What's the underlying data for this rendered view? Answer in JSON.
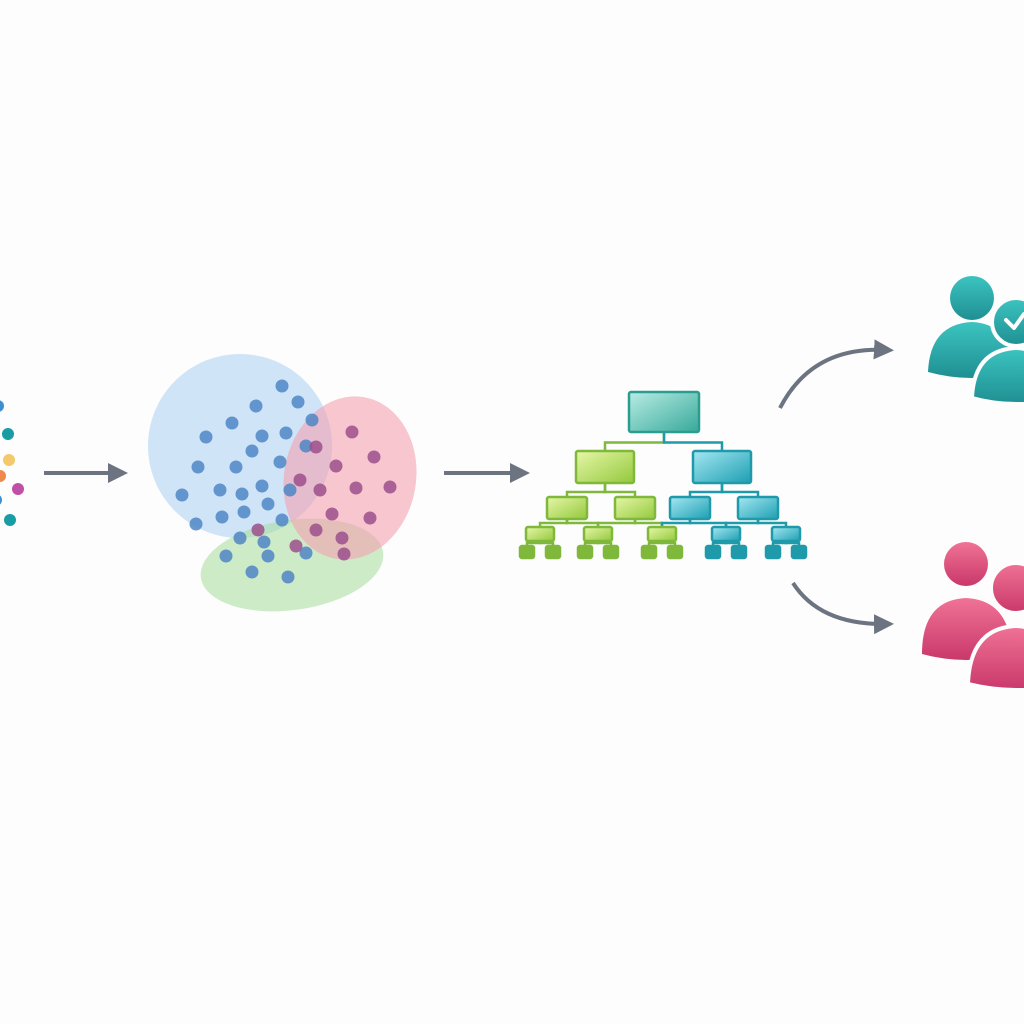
{
  "diagram": {
    "stages": [
      "input-data-points",
      "clustering",
      "decision-tree",
      "user-segments"
    ],
    "colors": {
      "background": "#fdfdfd",
      "arrow": "#6b7480",
      "cluster_blue": "#a9cff2",
      "cluster_red": "#f3a2b0",
      "cluster_green": "#a6dd9a",
      "point_blue": "#4f86c6",
      "point_purple": "#9c4f8c",
      "tree_root": "#3fa9a0",
      "tree_green": "#8bc34a",
      "tree_teal": "#22a3b5",
      "user_teal": "#2aa8a8",
      "user_pink": "#e0517c"
    },
    "input_points": [
      {
        "color": "#3d8fd0"
      },
      {
        "color": "#1a9ca4"
      },
      {
        "color": "#f3c96b"
      },
      {
        "color": "#f08a4b"
      },
      {
        "color": "#c04fa8"
      }
    ],
    "clusters": [
      {
        "id": "blue",
        "color": "#a9cff2"
      },
      {
        "id": "red",
        "color": "#f3a2b0"
      },
      {
        "id": "green",
        "color": "#a6dd9a"
      }
    ],
    "tree": {
      "levels": 5,
      "branches": [
        "green",
        "teal"
      ]
    },
    "segments": [
      {
        "id": "segment-approved",
        "color": "#2aa8a8",
        "badge": "check"
      },
      {
        "id": "segment-other",
        "color": "#e0517c",
        "badge": ""
      }
    ]
  }
}
